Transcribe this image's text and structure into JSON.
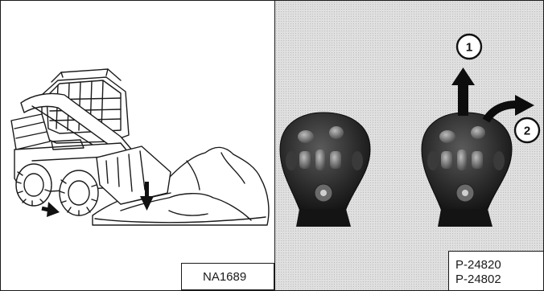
{
  "figure_left": {
    "label": "NA1689"
  },
  "figure_right": {
    "label_line1": "P-24820",
    "label_line2": "P-24802",
    "callouts": [
      "1",
      "2"
    ]
  }
}
